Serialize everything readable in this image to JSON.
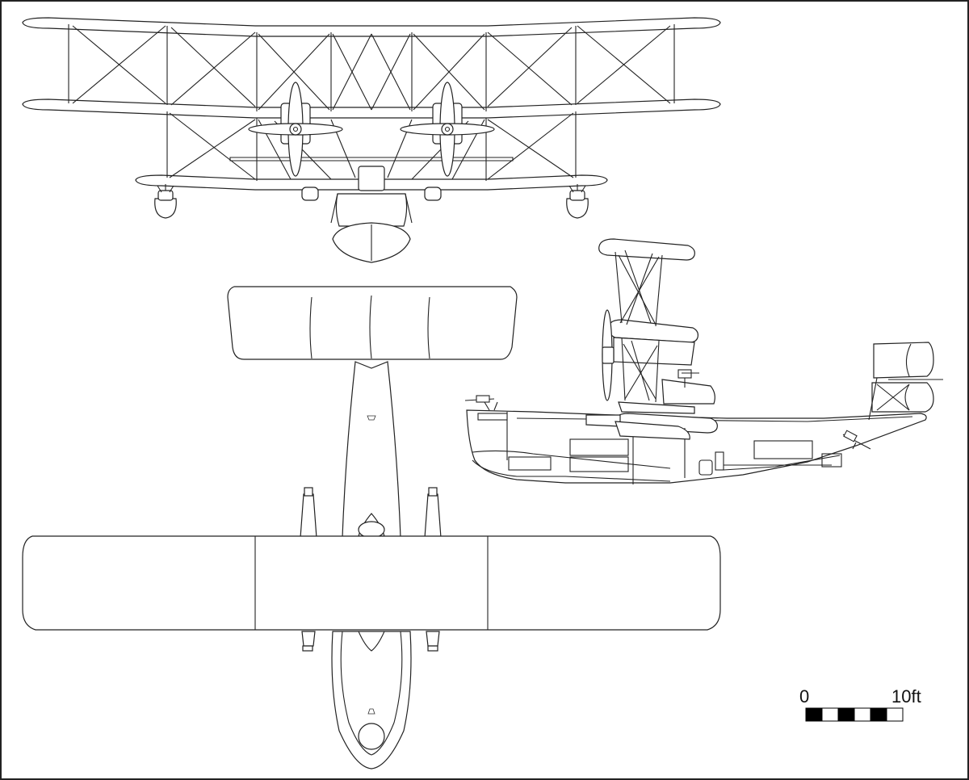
{
  "scale_bar": {
    "start_label": "0",
    "end_label": "10ft",
    "segments": 6,
    "colors": [
      "#000000",
      "#ffffff"
    ]
  },
  "views": {
    "front": {
      "name": "front-view"
    },
    "plan": {
      "name": "plan-view"
    },
    "side": {
      "name": "side-view"
    }
  },
  "line_color": "#222222",
  "background": "#ffffff"
}
